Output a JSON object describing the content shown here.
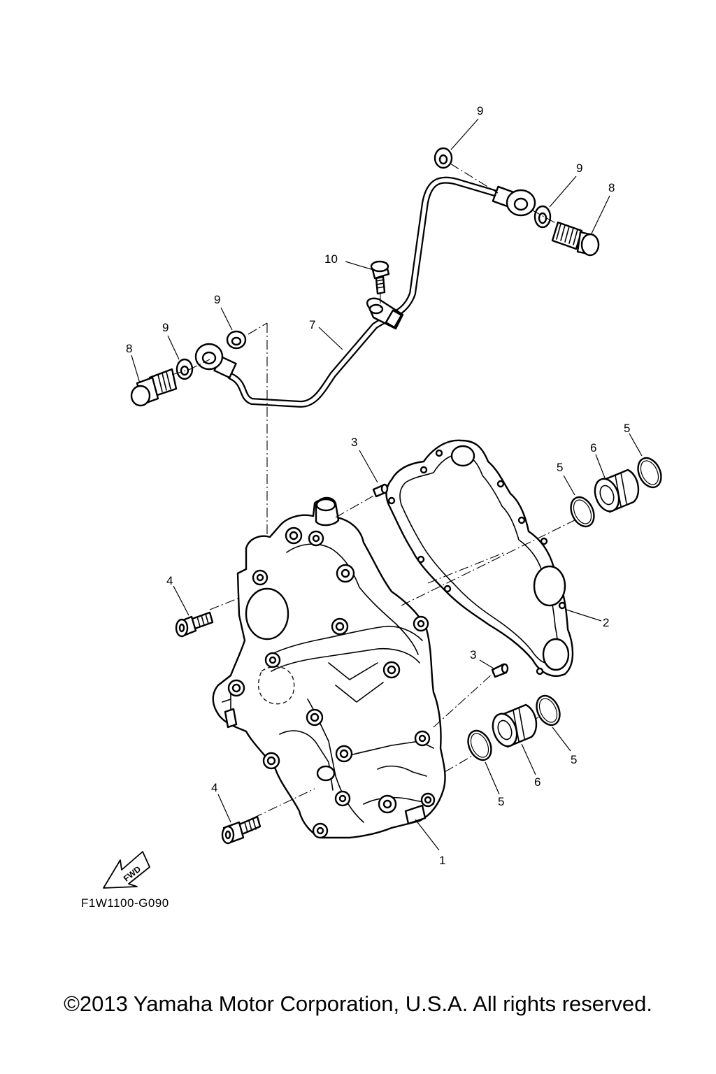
{
  "diagram": {
    "callouts": [
      {
        "id": "c9a",
        "text": "9"
      },
      {
        "id": "c9b",
        "text": "9"
      },
      {
        "id": "c8a",
        "text": "8"
      },
      {
        "id": "c10",
        "text": "10"
      },
      {
        "id": "c9c",
        "text": "9"
      },
      {
        "id": "c9d",
        "text": "9"
      },
      {
        "id": "c7",
        "text": "7"
      },
      {
        "id": "c8b",
        "text": "8"
      },
      {
        "id": "c3a",
        "text": "3"
      },
      {
        "id": "c5a",
        "text": "5"
      },
      {
        "id": "c6a",
        "text": "6"
      },
      {
        "id": "c5b",
        "text": "5"
      },
      {
        "id": "c4a",
        "text": "4"
      },
      {
        "id": "c2",
        "text": "2"
      },
      {
        "id": "c3b",
        "text": "3"
      },
      {
        "id": "c5c",
        "text": "5"
      },
      {
        "id": "c6b",
        "text": "6"
      },
      {
        "id": "c5d",
        "text": "5"
      },
      {
        "id": "c4b",
        "text": "4"
      },
      {
        "id": "c1",
        "text": "1"
      }
    ],
    "fwd_label": "FWD",
    "diagram_code": "F1W1100-G090"
  },
  "copyright": "©2013 Yamaha Motor Corporation, U.S.A. All rights reserved."
}
